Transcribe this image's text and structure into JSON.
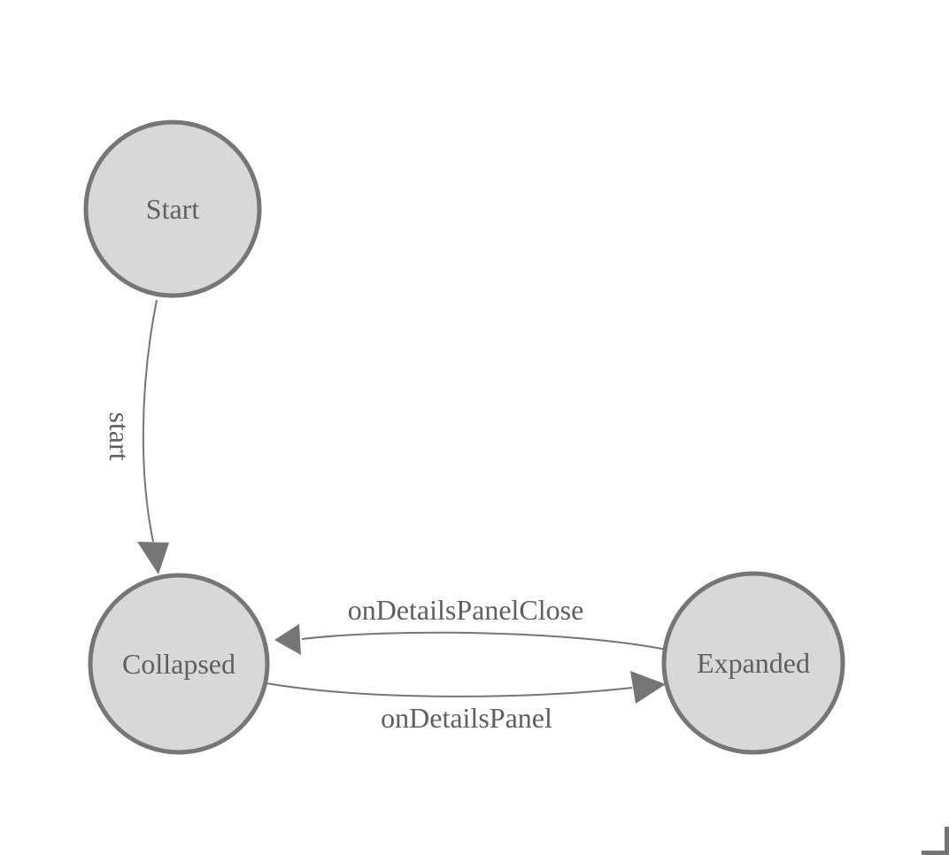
{
  "diagram": {
    "type": "state-machine",
    "colors": {
      "background": "#ffffff",
      "node_fill": "#d8d8d8",
      "node_stroke": "#767676",
      "edge_color": "#757575",
      "text_color": "#5f5f5f"
    },
    "nodes": [
      {
        "id": "start",
        "label": "Start"
      },
      {
        "id": "collapsed",
        "label": "Collapsed"
      },
      {
        "id": "expanded",
        "label": "Expanded"
      }
    ],
    "edges": [
      {
        "from": "Start",
        "to": "Collapsed",
        "label": "start",
        "label_orientation": "vertical"
      },
      {
        "from": "Collapsed",
        "to": "Expanded",
        "label": "onDetailsPanel",
        "label_orientation": "horizontal"
      },
      {
        "from": "Expanded",
        "to": "Collapsed",
        "label": "onDetailsPanelClose",
        "label_orientation": "horizontal"
      }
    ]
  }
}
